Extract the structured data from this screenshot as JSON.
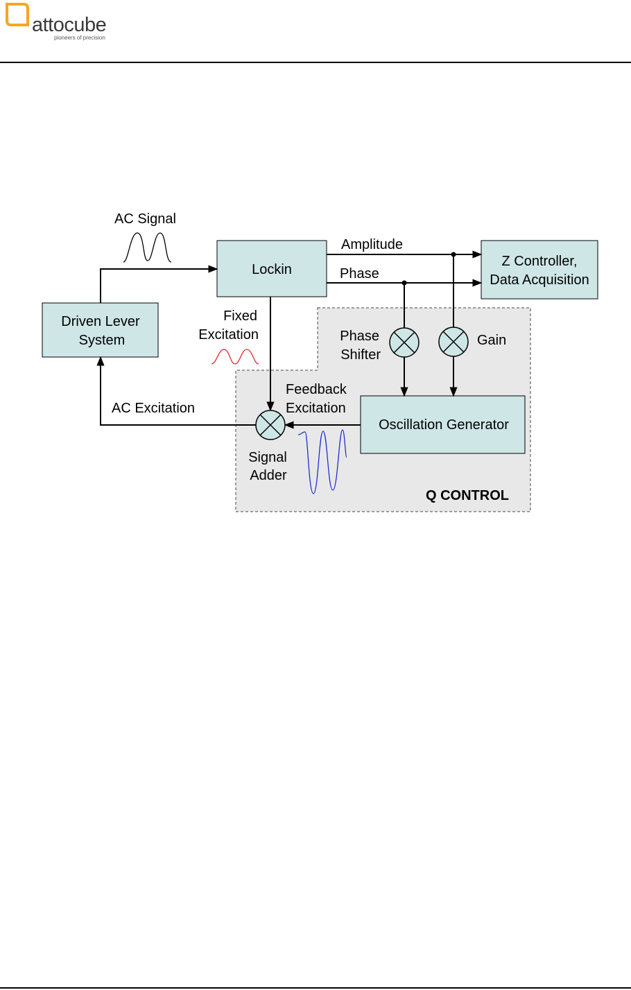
{
  "header": {
    "brand_name": "attocube",
    "tagline": "pioneers of precision",
    "logo_color": "#f5a623"
  },
  "diagram": {
    "blocks": {
      "lockin": "Lockin",
      "driven_lever_line1": "Driven Lever",
      "driven_lever_line2": "System",
      "z_controller_line1": "Z Controller,",
      "z_controller_line2": "Data Acquisition",
      "oscillation_generator": "Oscillation Generator"
    },
    "labels": {
      "ac_signal": "AC Signal",
      "amplitude": "Amplitude",
      "phase": "Phase",
      "fixed_line1": "Fixed",
      "fixed_line2": "Excitation",
      "phase_shifter_line1": "Phase",
      "phase_shifter_line2": "Shifter",
      "gain": "Gain",
      "feedback_line1": "Feedback",
      "feedback_line2": "Excitation",
      "ac_excitation": "AC Excitation",
      "signal_adder_line1": "Signal",
      "signal_adder_line2": "Adder",
      "q_control": "Q CONTROL"
    },
    "colors": {
      "block_fill": "#cfe6e6",
      "region_fill": "#e8e8e8",
      "fixed_wave": "#e8262a",
      "feedback_wave": "#1f2fd0",
      "ac_wave": "#000000"
    }
  }
}
